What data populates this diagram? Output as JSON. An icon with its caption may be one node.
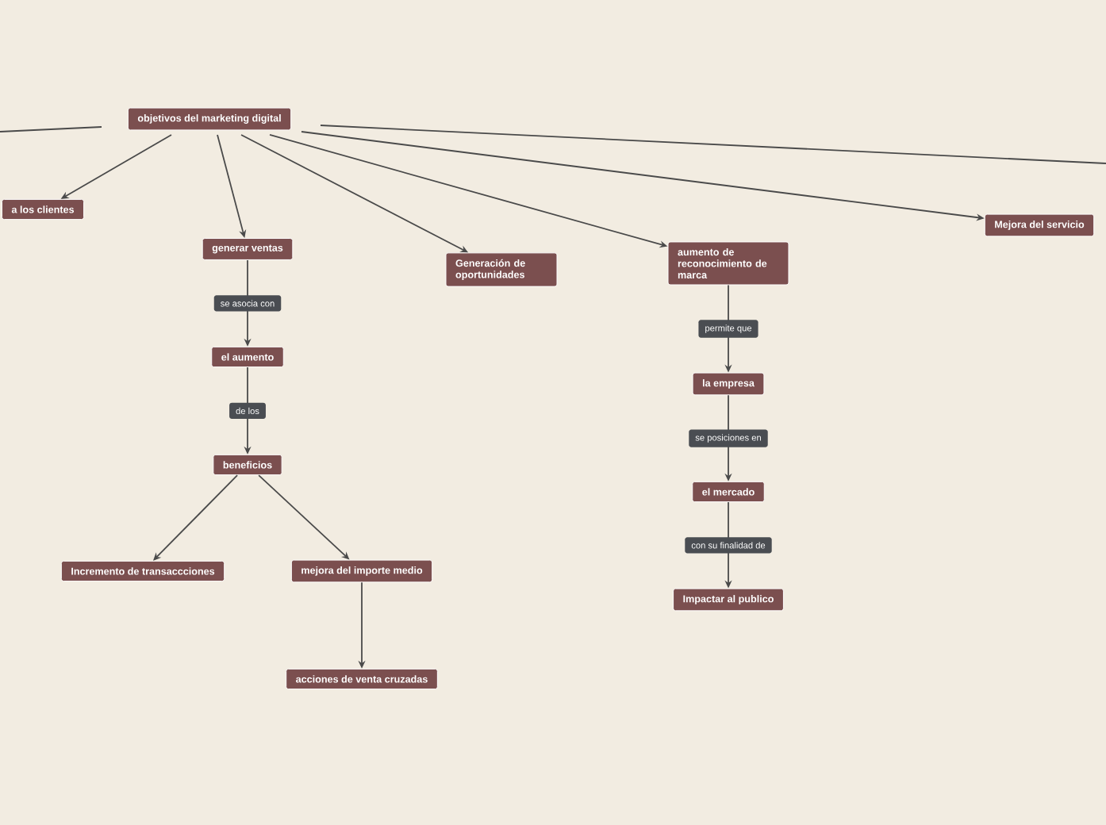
{
  "diagram": {
    "nodes": [
      {
        "text": [
          "objetivos del marketing digital"
        ]
      },
      {
        "text": [
          "a los clientes"
        ]
      },
      {
        "text": [
          "generar ventas"
        ]
      },
      {
        "text": [
          "Generación de oportunidades"
        ]
      },
      {
        "text": [
          "aumento de reconocimiento de marca"
        ]
      },
      {
        "text": [
          "Mejora del servicio"
        ]
      },
      {
        "text": [
          "el aumento"
        ]
      },
      {
        "text": [
          "beneficios"
        ]
      },
      {
        "text": [
          "Incremento de transaccciones"
        ]
      },
      {
        "text": [
          "mejora del importe medio"
        ]
      },
      {
        "text": [
          "acciones de venta cruzadas"
        ]
      },
      {
        "text": [
          "la empresa"
        ]
      },
      {
        "text": [
          "el mercado"
        ]
      },
      {
        "text": [
          "Impactar al publico"
        ]
      }
    ],
    "edges": [
      {
        "from": 0,
        "to": null,
        "arrow": "none"
      },
      {
        "from": 0,
        "to": null,
        "arrow": "none"
      },
      {
        "from": 0,
        "to": 1,
        "arrow": "to"
      },
      {
        "from": 0,
        "to": 2,
        "arrow": "to"
      },
      {
        "from": 0,
        "to": 3,
        "arrow": "to"
      },
      {
        "from": 0,
        "to": 4,
        "arrow": "to"
      },
      {
        "from": 0,
        "to": 5,
        "arrow": "to"
      },
      {
        "from": 2,
        "to": 6,
        "arrow": "to",
        "label": "se asocia con"
      },
      {
        "from": 6,
        "to": 7,
        "arrow": "to",
        "label": "de los"
      },
      {
        "from": 7,
        "to": 8,
        "arrow": "to"
      },
      {
        "from": 7,
        "to": 9,
        "arrow": "to"
      },
      {
        "from": 9,
        "to": 10,
        "arrow": "to"
      },
      {
        "from": 4,
        "to": 11,
        "arrow": "to",
        "label": "permite que"
      },
      {
        "from": 11,
        "to": 12,
        "arrow": "to",
        "label": "se posiciones en"
      },
      {
        "from": 12,
        "to": 13,
        "arrow": "to",
        "label": "con su finalidad de"
      }
    ]
  }
}
